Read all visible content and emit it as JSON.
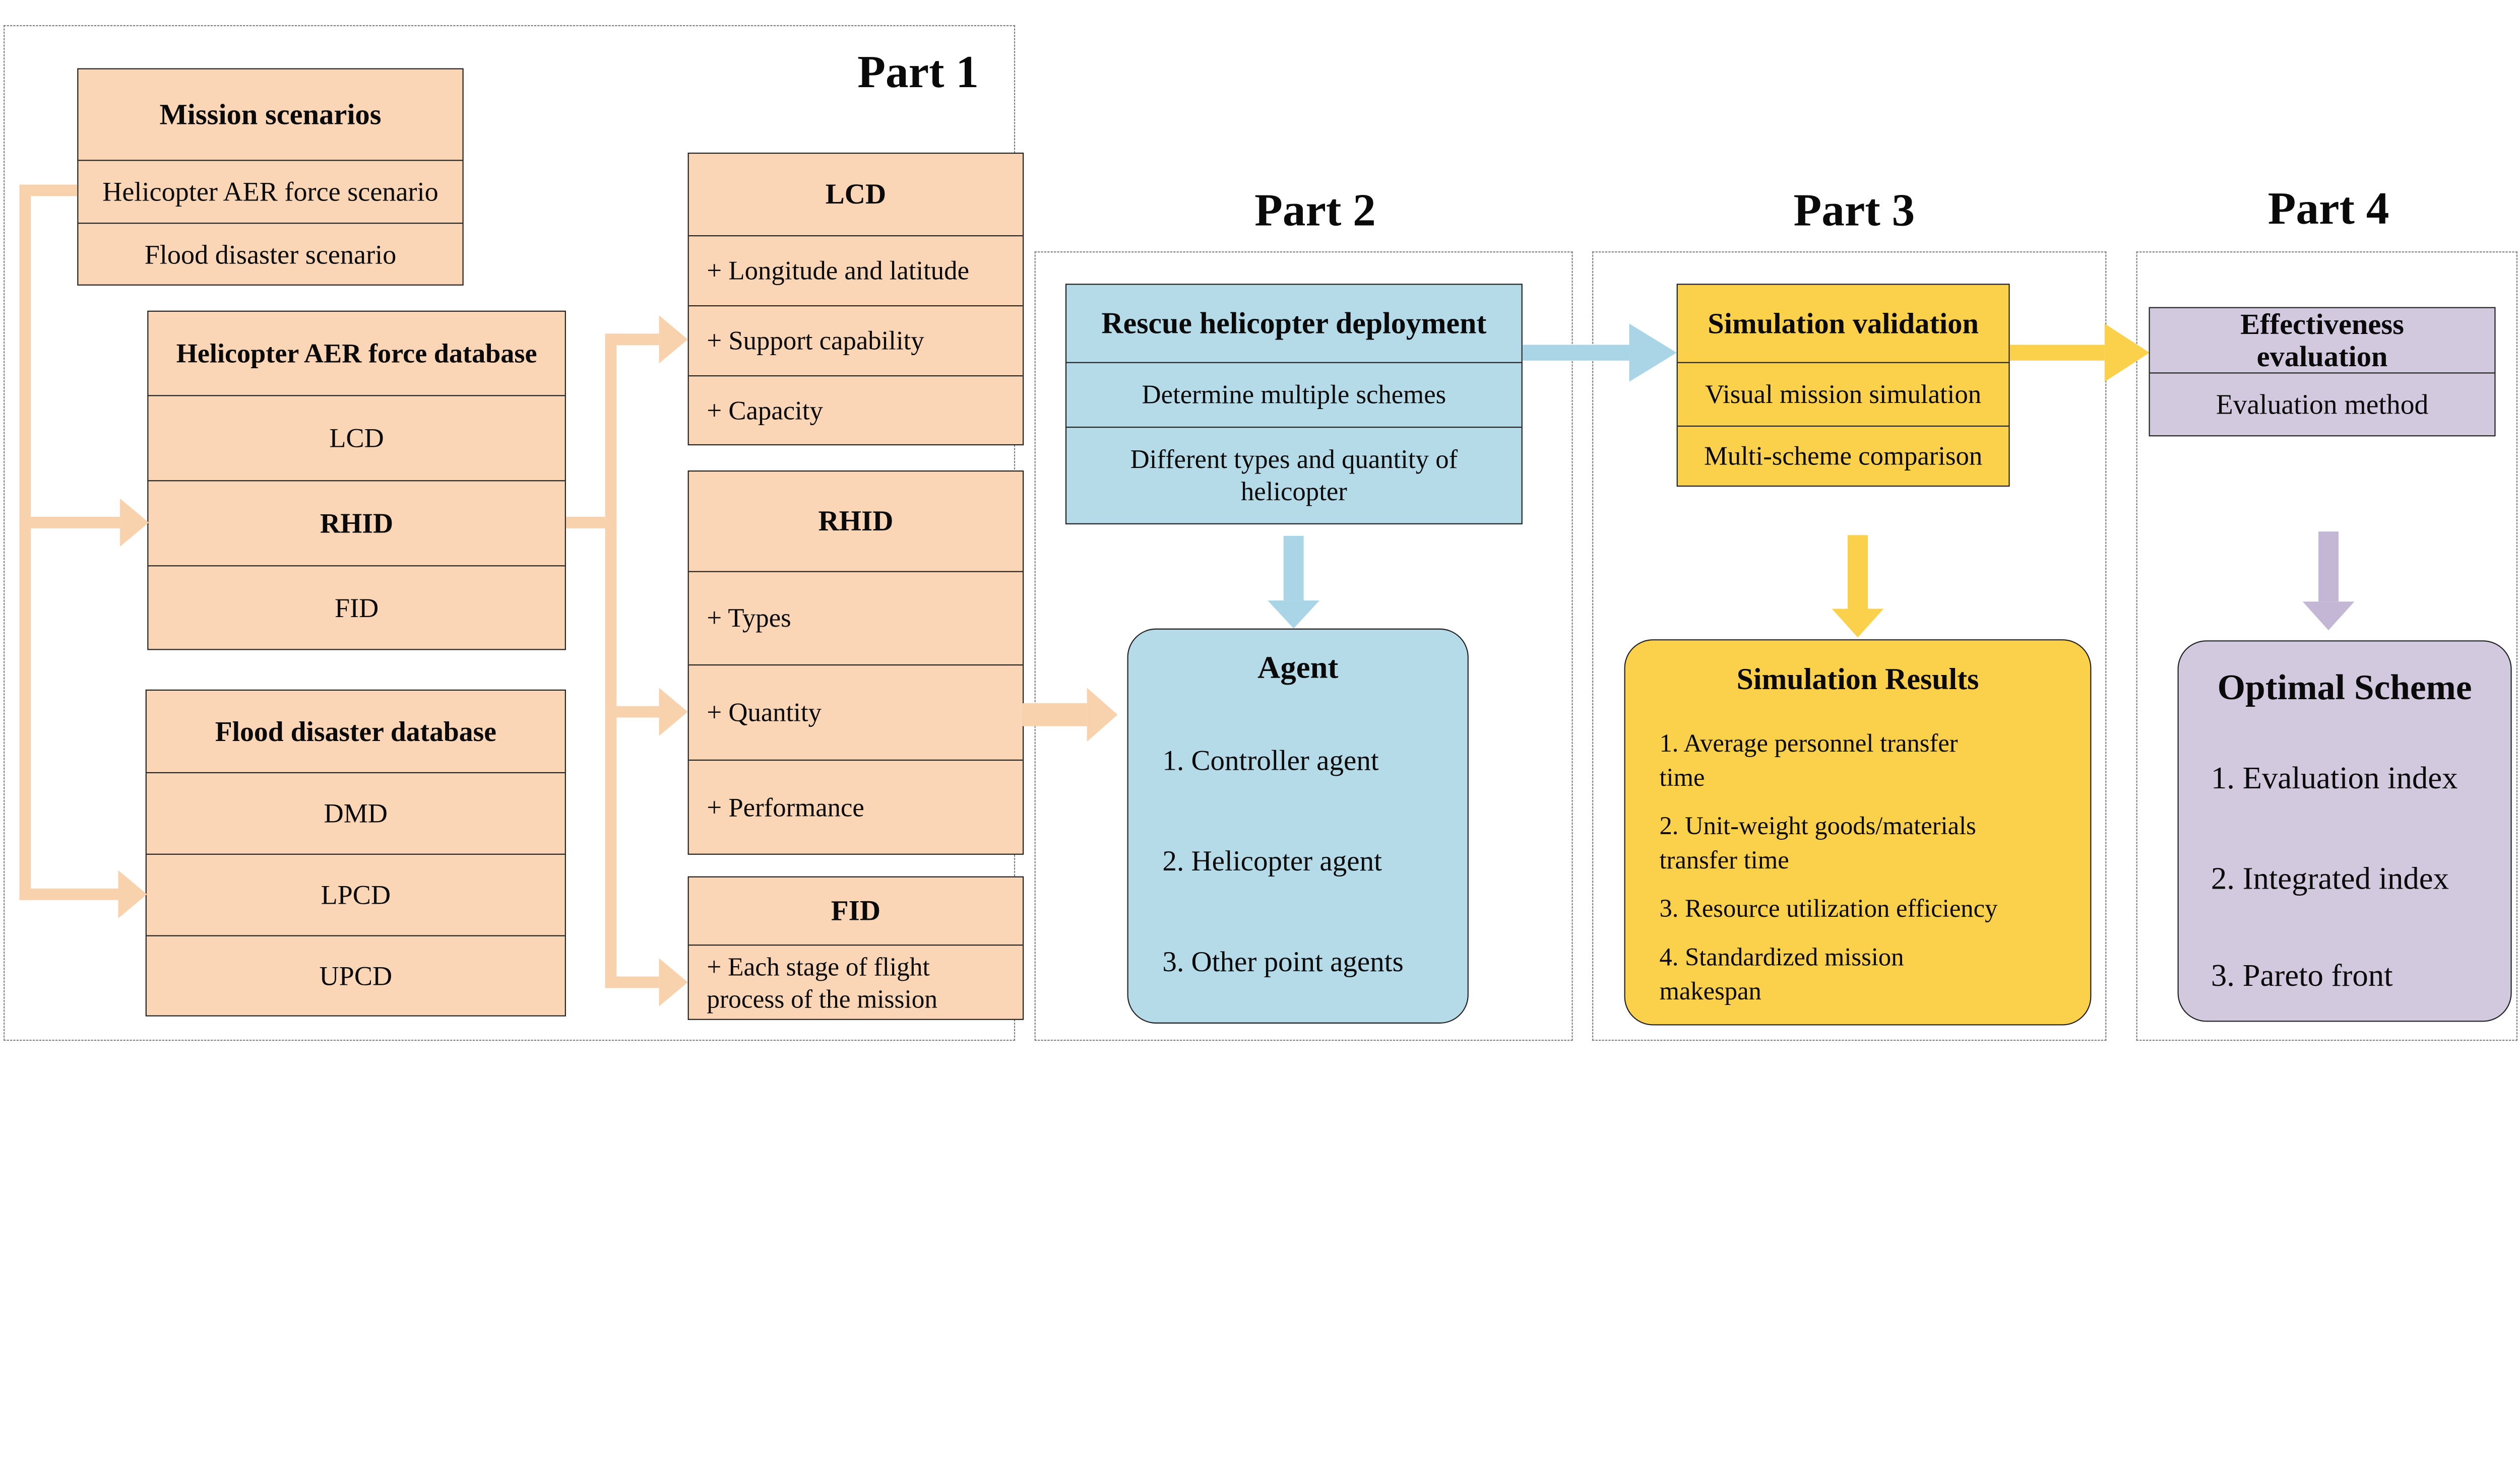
{
  "parts": {
    "p1": {
      "label": "Part 1"
    },
    "p2": {
      "label": "Part 2"
    },
    "p3": {
      "label": "Part 3"
    },
    "p4": {
      "label": "Part 4"
    }
  },
  "part1": {
    "mission": {
      "title": "Mission scenarios",
      "rows": [
        "Helicopter AER force scenario",
        "Flood disaster scenario"
      ]
    },
    "heli_db": {
      "title": "Helicopter AER force database",
      "rows": [
        "LCD",
        "RHID",
        "FID"
      ]
    },
    "flood_db": {
      "title": "Flood disaster database",
      "rows": [
        "DMD",
        "LPCD",
        "UPCD"
      ]
    },
    "lcd": {
      "title": "LCD",
      "rows": [
        "+ Longitude and latitude",
        "+ Support capability",
        "+ Capacity"
      ]
    },
    "rhid": {
      "title": "RHID",
      "rows": [
        "+ Types",
        "+ Quantity",
        "+ Performance"
      ]
    },
    "fid": {
      "title": "FID",
      "rows": [
        "+ Each stage of flight\nprocess of the mission"
      ]
    }
  },
  "part2": {
    "deployment": {
      "title": "Rescue helicopter deployment",
      "rows": [
        "Determine multiple schemes",
        "Different types and quantity of\nhelicopter"
      ]
    },
    "agent": {
      "title": "Agent",
      "items": [
        "1. Controller agent",
        "2. Helicopter agent",
        "3. Other point agents"
      ]
    }
  },
  "part3": {
    "validation": {
      "title": "Simulation validation",
      "rows": [
        "Visual mission simulation",
        "Multi-scheme comparison"
      ]
    },
    "results": {
      "title": "Simulation Results",
      "items": [
        "1. Average personnel transfer\ntime",
        "2. Unit-weight goods/materials\ntransfer time",
        "3. Resource utilization efficiency",
        "4. Standardized mission\nmakespan"
      ]
    }
  },
  "part4": {
    "evaluation": {
      "title": "Effectiveness\nevaluation",
      "rows": [
        "Evaluation method"
      ]
    },
    "optimal": {
      "title": "Optimal Scheme",
      "items": [
        "1. Evaluation index",
        "2. Integrated index",
        "3. Pareto front"
      ]
    }
  },
  "colors": {
    "peach_box": "#FAD6B6",
    "peach_connector": "#F7D2AD",
    "blue_box": "#B6DBE8",
    "blue_arrow": "#A9D5E6",
    "yellow_box": "#FBD14C",
    "yellow_arrow": "#FBD14C",
    "purple_box": "#D2C9DF",
    "purple_arrow": "#C4B6D5",
    "box_border": "#1f1f1f",
    "dashed_border": "#7d7d7d",
    "text": "#0a0a0a"
  }
}
